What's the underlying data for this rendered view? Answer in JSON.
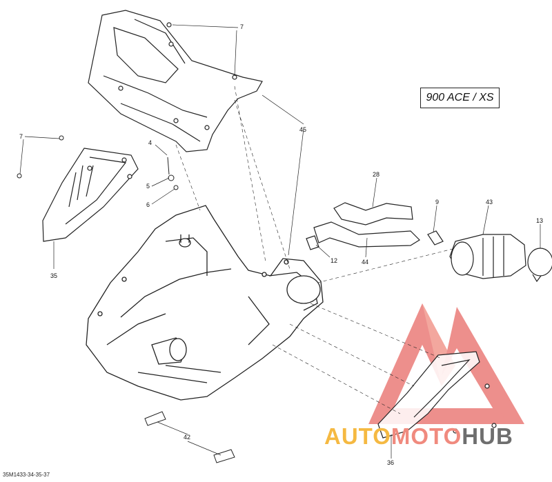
{
  "model_label": "900 ACE / XS",
  "drawing_number": "35M1433-34-35-37",
  "watermark": {
    "part1": "AUTO",
    "part2": "MOTO",
    "part3": "HUB",
    "color_part1": "#f5b942",
    "color_part2": "#f08a7e",
    "color_part3": "#6e6e6e"
  },
  "callouts": {
    "c7a": "7",
    "c7b": "7",
    "c4": "4",
    "c5": "5",
    "c6": "6",
    "c35": "35",
    "c45": "45",
    "c28": "28",
    "c9": "9",
    "c43": "43",
    "c13": "13",
    "c12": "12",
    "c44": "44",
    "c42": "42",
    "c36": "36"
  }
}
